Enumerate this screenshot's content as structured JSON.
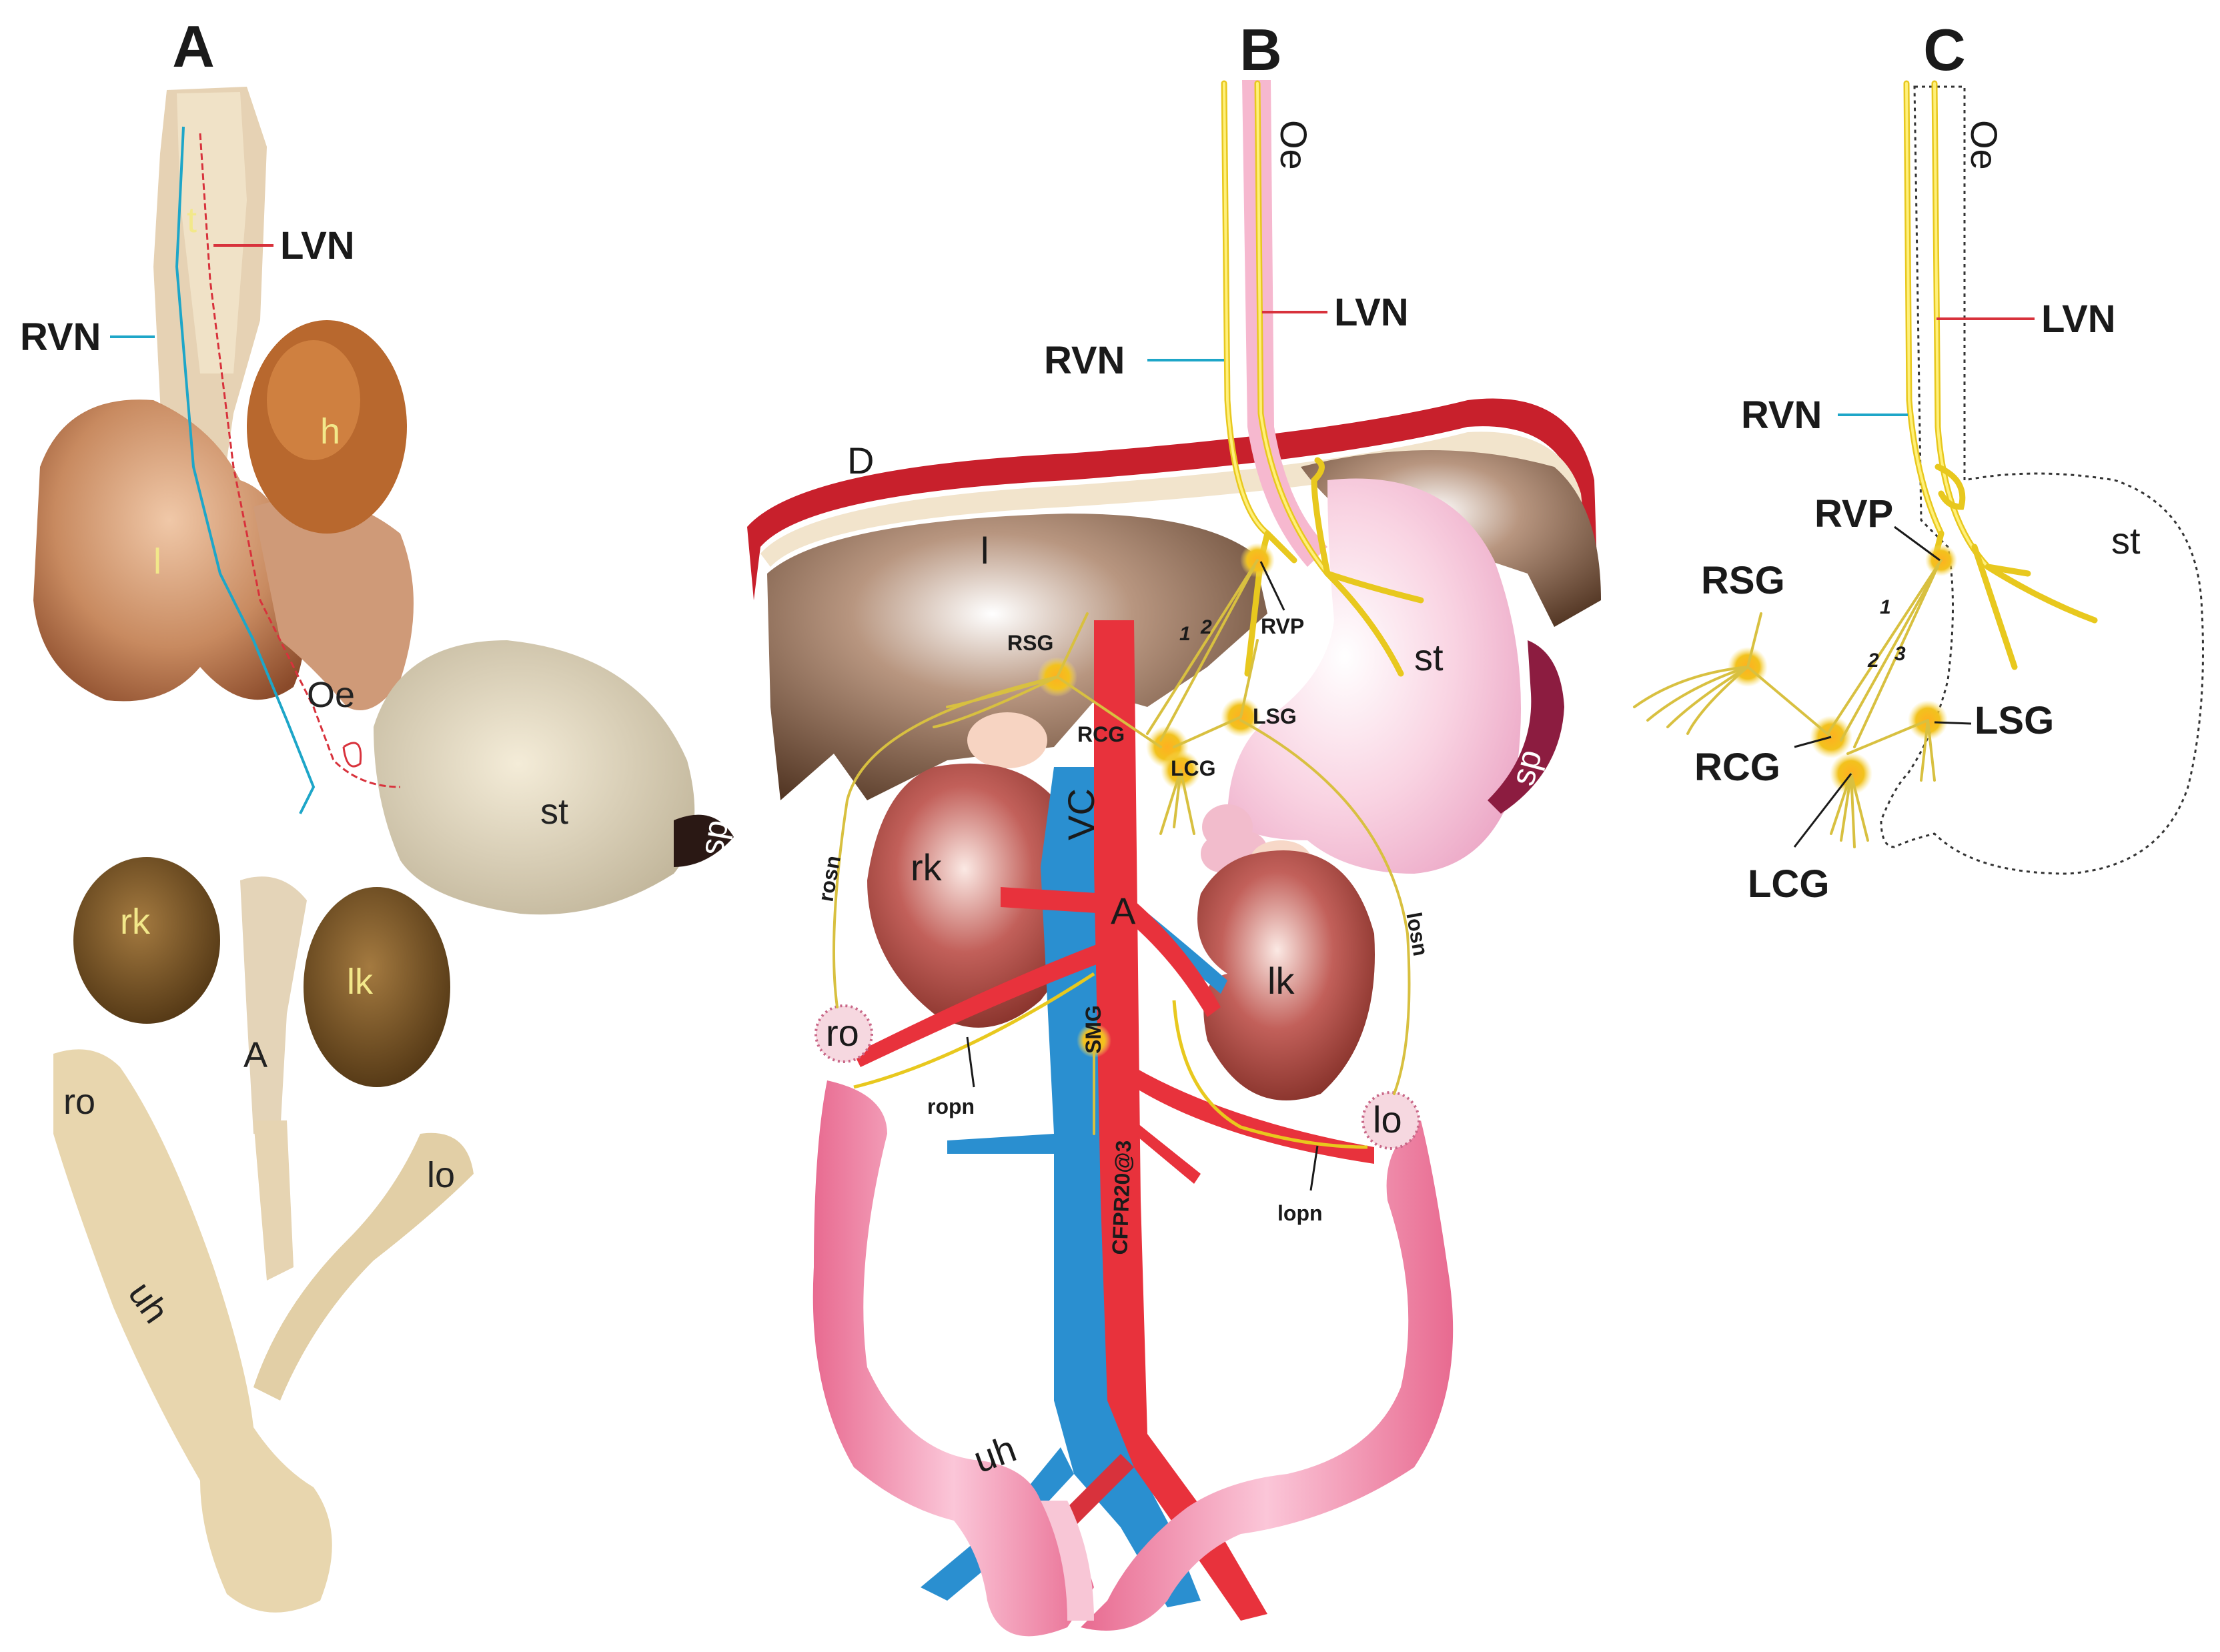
{
  "panels": {
    "A": {
      "letter": "A",
      "labels": {
        "lvn": "LVN",
        "rvn": "RVN",
        "t": "t",
        "h": "h",
        "l": "l",
        "oe": "Oe",
        "st": "st",
        "sp": "sp",
        "rk": "rk",
        "lk": "lk",
        "a": "A",
        "ro": "ro",
        "lo": "lo",
        "uh": "uh"
      }
    },
    "B": {
      "letter": "B",
      "labels": {
        "oe": "Oe",
        "lvn": "LVN",
        "rvn": "RVN",
        "d": "D",
        "l": "l",
        "rvp": "RVP",
        "st": "st",
        "sp": "sp",
        "rsg": "RSG",
        "lsg": "LSG",
        "rcg": "RCG",
        "lcg": "LCG",
        "n1": "1",
        "n2": "2",
        "vc": "VC",
        "rk": "rk",
        "a": "A",
        "lk": "lk",
        "rosn": "rosn",
        "losn": "losn",
        "ro": "ro",
        "lo": "lo",
        "smg": "SMG",
        "ropn": "ropn",
        "lopn": "lopn",
        "watermark": "CFPR20@3",
        "uh": "uh"
      }
    },
    "C": {
      "letter": "C",
      "labels": {
        "oe": "Oe",
        "lvn": "LVN",
        "rvn": "RVN",
        "rvp": "RVP",
        "st": "st",
        "rsg": "RSG",
        "lsg": "LSG",
        "rcg": "RCG",
        "lcg": "LCG",
        "n1": "1",
        "n2": "2",
        "n3": "3"
      }
    }
  },
  "colors": {
    "left_vagus": "#d8323c",
    "right_vagus": "#1ea6c8",
    "nerve": "#e8c81e",
    "aorta": "#e8323c",
    "vena_cava": "#2a8fd0",
    "diaphragm": "#c8202c",
    "liver": "#6b4a35",
    "stomach": "#f4b8d0",
    "kidney": "#a23a32",
    "uterus": "#f08aae",
    "spleen": "#8c1c40"
  }
}
